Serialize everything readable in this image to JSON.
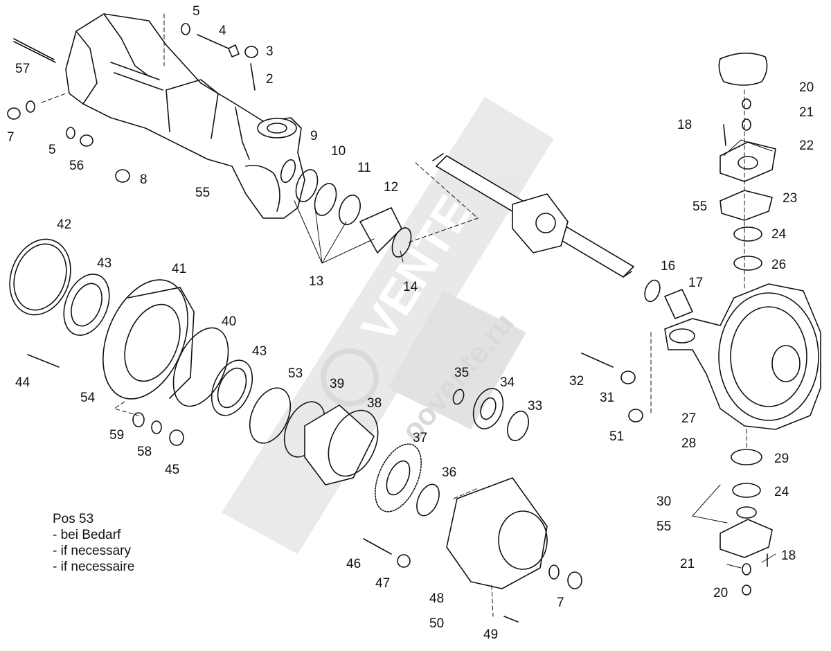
{
  "watermark": {
    "brand": "VENTE",
    "domain": "oovente.ru",
    "color": "#d8d8d8"
  },
  "note": {
    "title": "Pos 53",
    "lines": [
      "- bei Bedarf",
      "- if necessary",
      "- if necessaire"
    ]
  },
  "labels": {
    "p2": "2",
    "p3": "3",
    "p4": "4",
    "p5a": "5",
    "p5b": "5",
    "p7a": "7",
    "p7b": "7",
    "p8": "8",
    "p9": "9",
    "p10": "10",
    "p11": "11",
    "p12": "12",
    "p13": "13",
    "p14": "14",
    "p16": "16",
    "p17": "17",
    "p18a": "18",
    "p18b": "18",
    "p20a": "20",
    "p20b": "20",
    "p21a": "21",
    "p21b": "21",
    "p22": "22",
    "p23": "23",
    "p24a": "24",
    "p24b": "24",
    "p26": "26",
    "p27": "27",
    "p28": "28",
    "p29": "29",
    "p30": "30",
    "p31": "31",
    "p32": "32",
    "p33": "33",
    "p34": "34",
    "p35": "35",
    "p36": "36",
    "p37": "37",
    "p38": "38",
    "p39": "39",
    "p40": "40",
    "p41": "41",
    "p42": "42",
    "p43a": "43",
    "p43b": "43",
    "p44": "44",
    "p45": "45",
    "p46": "46",
    "p47": "47",
    "p48": "48",
    "p49": "49",
    "p50": "50",
    "p51": "51",
    "p53": "53",
    "p54": "54",
    "p55a": "55",
    "p55b": "55",
    "p55c": "55",
    "p56": "56",
    "p57": "57",
    "p58": "58",
    "p59": "59"
  }
}
